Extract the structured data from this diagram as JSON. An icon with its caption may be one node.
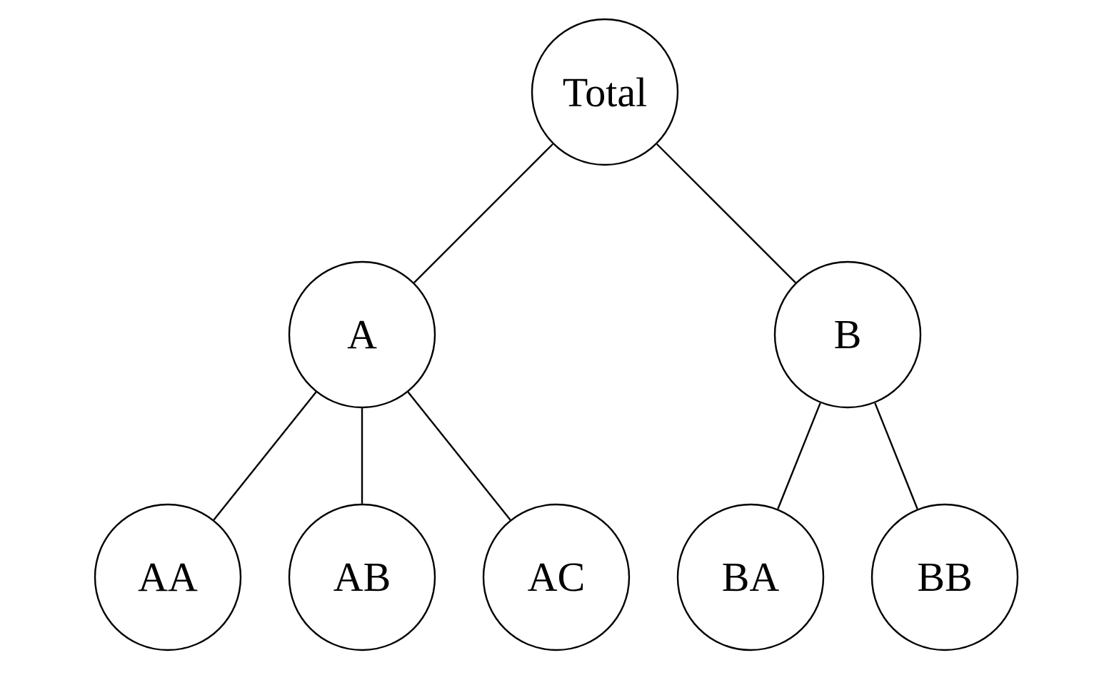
{
  "diagram": {
    "nodes": [
      {
        "text": [
          "Total"
        ]
      },
      {
        "text": [
          "A"
        ]
      },
      {
        "text": [
          "B"
        ]
      },
      {
        "text": [
          "AA"
        ]
      },
      {
        "text": [
          "AB"
        ]
      },
      {
        "text": [
          "AC"
        ]
      },
      {
        "text": [
          "BA"
        ]
      },
      {
        "text": [
          "BB"
        ]
      }
    ],
    "edges": [
      {
        "from": 0,
        "to": 1,
        "arrow": "none"
      },
      {
        "from": 0,
        "to": 2,
        "arrow": "none"
      },
      {
        "from": 1,
        "to": 3,
        "arrow": "none"
      },
      {
        "from": 1,
        "to": 4,
        "arrow": "none"
      },
      {
        "from": 1,
        "to": 5,
        "arrow": "none"
      },
      {
        "from": 2,
        "to": 6,
        "arrow": "none"
      },
      {
        "from": 2,
        "to": 7,
        "arrow": "none"
      }
    ]
  }
}
